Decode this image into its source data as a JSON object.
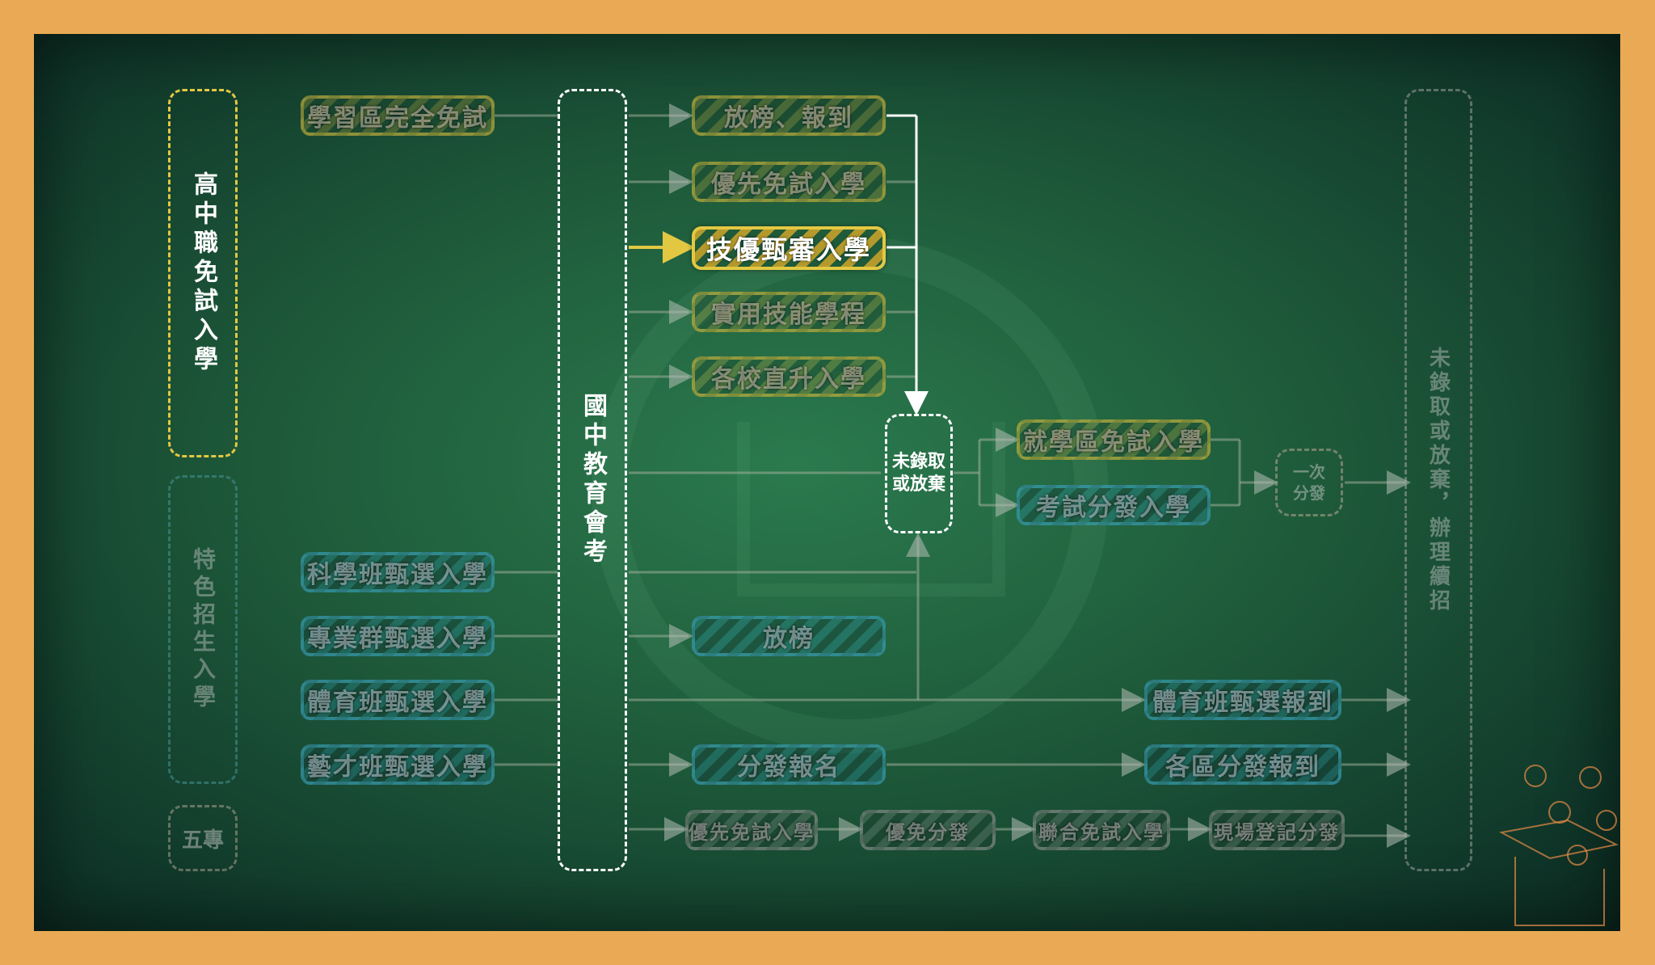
{
  "columns": {
    "free_exam": "高中職免試入學",
    "special": "特色招生入學",
    "five_year": "五專",
    "cap_exam": "國中教育會考",
    "unadmitted": "未錄取或放棄",
    "one_dist": "一次分發",
    "final": "未錄取或放棄，辦理續招"
  },
  "left_items": {
    "school_district": "學習區完全免試",
    "science": "科學班甄選入學",
    "professional": "專業群甄選入學",
    "sports": "體育班甄選入學",
    "arts": "藝才班甄選入學"
  },
  "mid_items": {
    "release_register": "放榜、報到",
    "priority_free": "優先免試入學",
    "skill_review": "技優甄審入學",
    "practical": "實用技能學程",
    "direct": "各校直升入學",
    "release": "放榜",
    "dist_signup": "分發報名"
  },
  "right_items": {
    "district_free": "就學區免試入學",
    "exam_dist": "考試分發入學",
    "sports_register": "體育班甄選報到",
    "region_register": "各區分發報到"
  },
  "five_year_items": {
    "priority_free": "優先免試入學",
    "priority_dist": "優免分發",
    "joint_free": "聯合免試入學",
    "onsite_dist": "現場登記分發"
  }
}
